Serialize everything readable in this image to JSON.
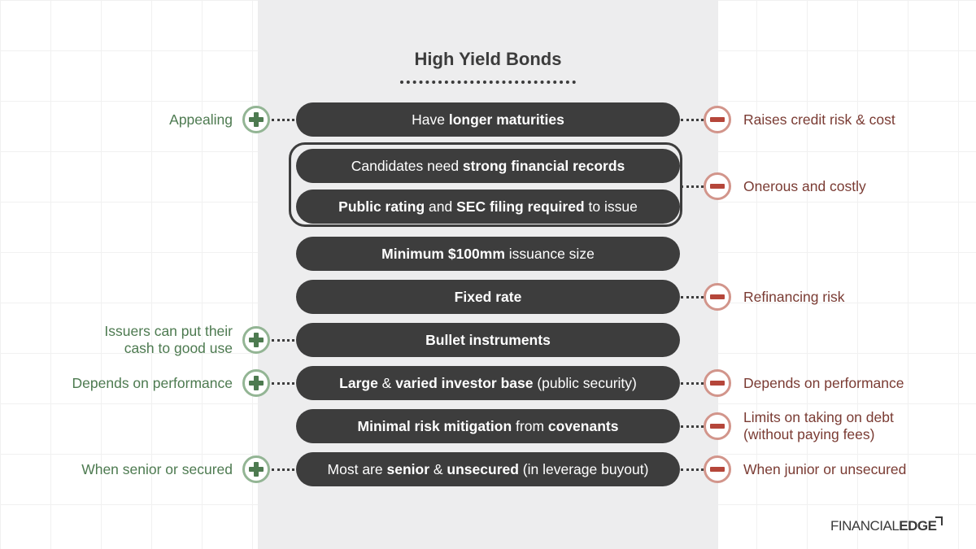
{
  "title": "High Yield Bonds",
  "rows": [
    {
      "parts": [
        {
          "t": "Have ",
          "b": false
        },
        {
          "t": "longer maturities",
          "b": true
        }
      ],
      "pro": "Appealing",
      "con": "Raises credit risk & cost"
    },
    {
      "parts": [
        {
          "t": "Candidates need ",
          "b": false
        },
        {
          "t": "strong financial records",
          "b": true
        }
      ],
      "pro": "",
      "con": ""
    },
    {
      "parts": [
        {
          "t": "Public rating",
          "b": true
        },
        {
          "t": " and ",
          "b": false
        },
        {
          "t": "SEC filing required",
          "b": true
        },
        {
          "t": " to issue",
          "b": false
        }
      ],
      "pro": "",
      "con": ""
    },
    {
      "parts": [
        {
          "t": "Minimum $100mm",
          "b": true
        },
        {
          "t": " issuance size",
          "b": false
        }
      ],
      "pro": "",
      "con": ""
    },
    {
      "parts": [
        {
          "t": "Fixed rate",
          "b": true
        }
      ],
      "pro": "",
      "con": "Refinancing risk"
    },
    {
      "parts": [
        {
          "t": "Bullet instruments",
          "b": true
        }
      ],
      "pro": "Issuers can put their\ncash to good use",
      "con": ""
    },
    {
      "parts": [
        {
          "t": "Large",
          "b": true
        },
        {
          "t": " & ",
          "b": false
        },
        {
          "t": "varied investor base",
          "b": true
        },
        {
          "t": " (public security)",
          "b": false
        }
      ],
      "pro": "Depends on performance",
      "con": "Depends on performance"
    },
    {
      "parts": [
        {
          "t": "Minimal risk mitigation",
          "b": true
        },
        {
          "t": " from ",
          "b": false
        },
        {
          "t": "covenants",
          "b": true
        }
      ],
      "pro": "",
      "con": "Limits on taking on debt\n(without paying fees)"
    },
    {
      "parts": [
        {
          "t": "Most are ",
          "b": false
        },
        {
          "t": "senior",
          "b": true
        },
        {
          "t": " & ",
          "b": false
        },
        {
          "t": "unsecured",
          "b": true
        },
        {
          "t": " (in leverage buyout)",
          "b": false
        }
      ],
      "pro": "When senior or secured",
      "con": "When junior or unsecured"
    }
  ],
  "group_con": "Onerous and costly",
  "logo": {
    "financial": "FINANCIAL",
    "edge": "EDGE"
  },
  "colors": {
    "pill": "#3d3d3d",
    "pro": "#4d7a50",
    "pro_ring": "#93b594",
    "con": "#7a3b33",
    "con_ring": "#d2958b",
    "panel": "#ededee"
  },
  "icons": {
    "pro": "plus-icon",
    "con": "minus-icon"
  }
}
